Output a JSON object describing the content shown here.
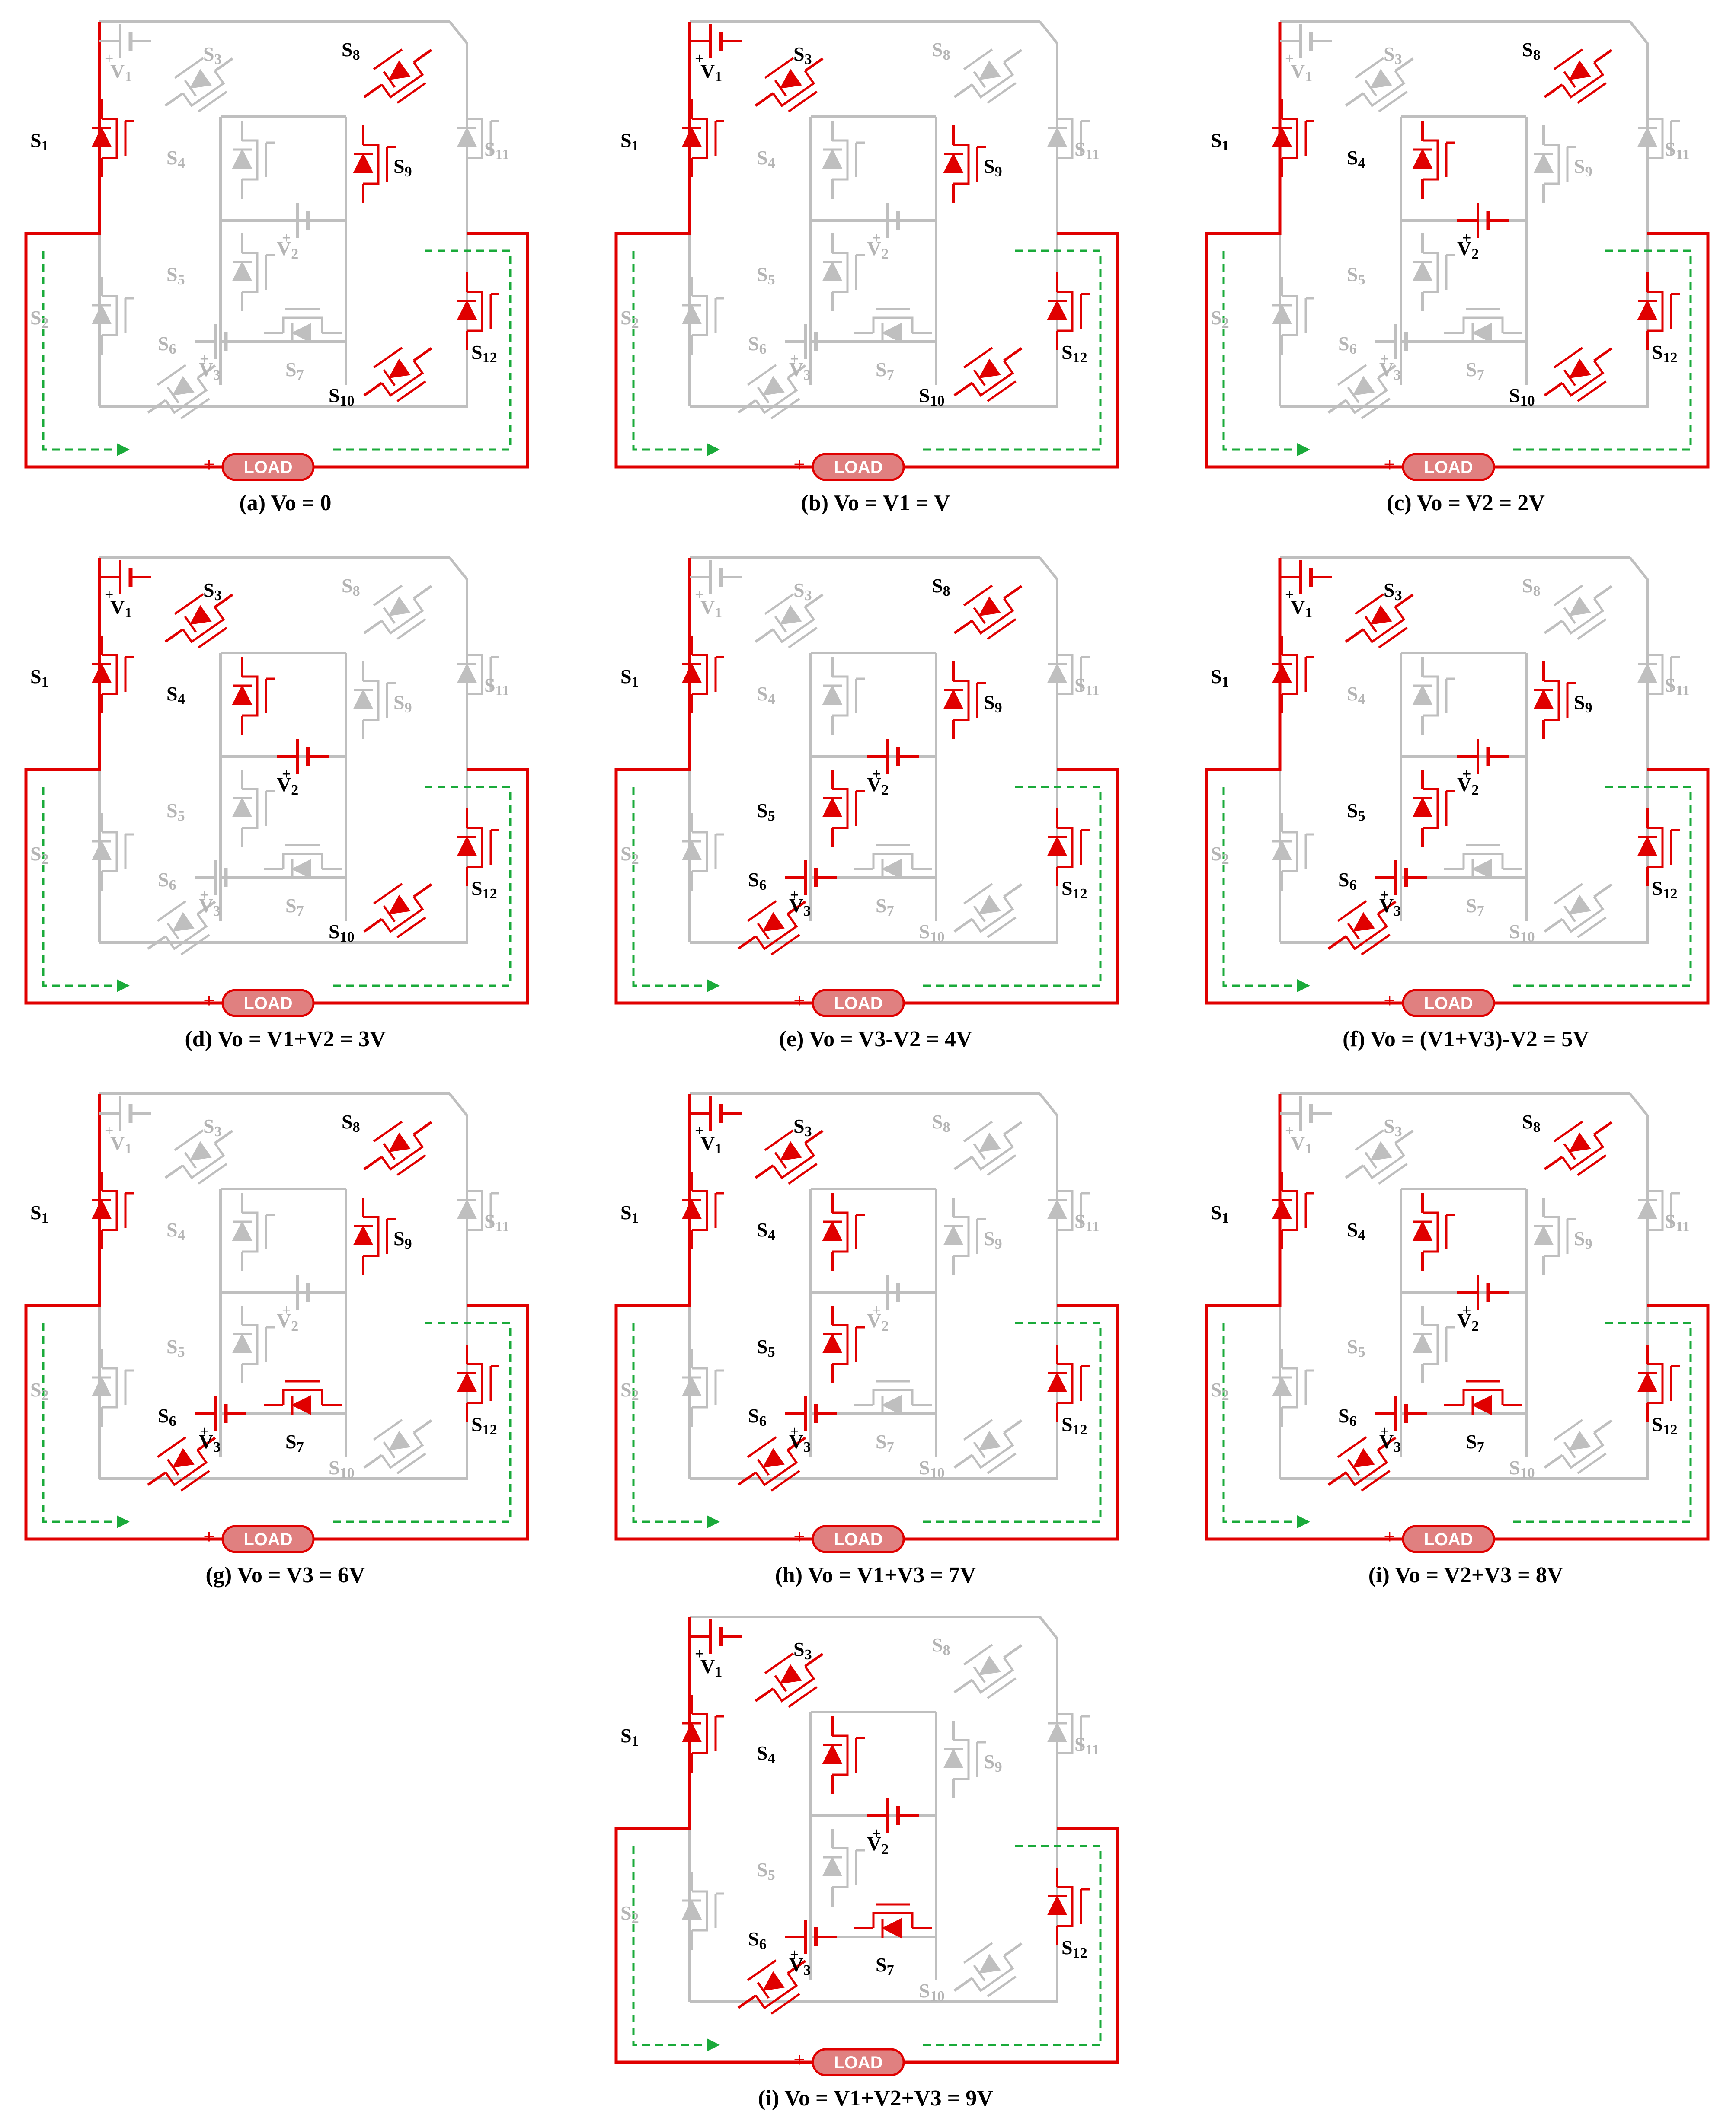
{
  "colors": {
    "active": "#e00000",
    "inactive": "#bfbfbf",
    "current_path": "#1aaa3a",
    "label_active": "#000000",
    "label_inactive": "#b5b5b5",
    "load_fill": "#e08080"
  },
  "symbols": {
    "load": "LOAD",
    "plus": "+",
    "minus": "–"
  },
  "component_labels": {
    "S1": "S1",
    "S2": "S2",
    "S3": "S3",
    "S4": "S4",
    "S5": "S5",
    "S6": "S6",
    "S7": "S7",
    "S8": "S8",
    "S9": "S9",
    "S10": "S10",
    "S11": "S11",
    "S12": "S12",
    "V1": "V1",
    "V2": "V2",
    "V3": "V3"
  },
  "panels": [
    {
      "id": "a",
      "caption": "(a) Vo = 0",
      "on": [
        "S1",
        "S8",
        "S9",
        "S10",
        "S12"
      ],
      "src": []
    },
    {
      "id": "b",
      "caption": "(b) Vo = V1 = V",
      "on": [
        "S1",
        "S3",
        "S9",
        "S10",
        "S12"
      ],
      "src": [
        "V1"
      ]
    },
    {
      "id": "c",
      "caption": "(c) Vo = V2 = 2V",
      "on": [
        "S1",
        "S4",
        "S8",
        "S10",
        "S12"
      ],
      "src": [
        "V2"
      ]
    },
    {
      "id": "d",
      "caption": "(d) Vo = V1+V2 = 3V",
      "on": [
        "S1",
        "S3",
        "S4",
        "S10",
        "S12"
      ],
      "src": [
        "V1",
        "V2"
      ]
    },
    {
      "id": "e",
      "caption": "(e) Vo = V3-V2 = 4V",
      "on": [
        "S1",
        "S5",
        "S6",
        "S8",
        "S9",
        "S12"
      ],
      "src": [
        "V2",
        "V3"
      ]
    },
    {
      "id": "f",
      "caption": "(f) Vo = (V1+V3)-V2 = 5V",
      "on": [
        "S1",
        "S3",
        "S5",
        "S6",
        "S9",
        "S12"
      ],
      "src": [
        "V1",
        "V2",
        "V3"
      ]
    },
    {
      "id": "g",
      "caption": "(g) Vo = V3 = 6V",
      "on": [
        "S1",
        "S6",
        "S7",
        "S8",
        "S9",
        "S12"
      ],
      "src": [
        "V3"
      ]
    },
    {
      "id": "h",
      "caption": "(h) Vo = V1+V3 = 7V",
      "on": [
        "S1",
        "S3",
        "S4",
        "S5",
        "S6",
        "S12"
      ],
      "src": [
        "V1",
        "V3"
      ]
    },
    {
      "id": "i1",
      "caption": "(i) Vo = V2+V3 = 8V",
      "on": [
        "S1",
        "S4",
        "S6",
        "S7",
        "S8",
        "S12"
      ],
      "src": [
        "V2",
        "V3"
      ]
    },
    {
      "id": "i2",
      "caption": "(i) Vo = V1+V2+V3 = 9V",
      "on": [
        "S1",
        "S3",
        "S4",
        "S6",
        "S7",
        "S12"
      ],
      "src": [
        "V1",
        "V2",
        "V3"
      ]
    }
  ]
}
